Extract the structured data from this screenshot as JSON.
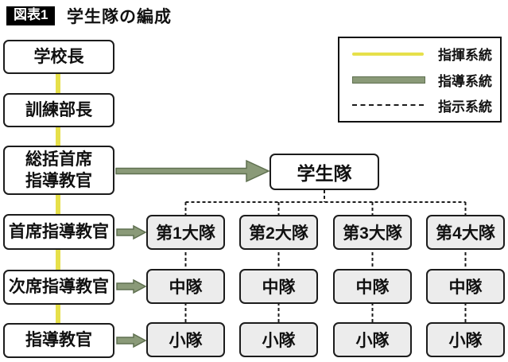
{
  "title": {
    "badge": "図表1",
    "text": "学生隊の編成"
  },
  "colors": {
    "command-yellow": "#e6e04a",
    "guidance-green": "#8a9a78",
    "guidance-border": "#5f7050",
    "ink": "#1c1c1c",
    "grid-fill": "#ececec"
  },
  "legend": {
    "items": [
      {
        "style": "command",
        "label": "指揮系統"
      },
      {
        "style": "guidance",
        "label": "指導系統"
      },
      {
        "style": "instruction",
        "label": "指示系統"
      }
    ]
  },
  "left_column": [
    {
      "role": "school-principal",
      "label": "学校長"
    },
    {
      "role": "training-director",
      "label": "訓練部長"
    },
    {
      "role": "general-chief-instructor",
      "label": "総括首席\n指導教官"
    },
    {
      "role": "chief-instructor",
      "label": "首席指導教官"
    },
    {
      "role": "deputy-chief-instructor",
      "label": "次席指導教官"
    },
    {
      "role": "instructor",
      "label": "指導教官"
    }
  ],
  "student_corps": {
    "label": "学生隊"
  },
  "grid": {
    "columns": [
      {
        "battalion": "第1大隊",
        "company": "中隊",
        "platoon": "小隊"
      },
      {
        "battalion": "第2大隊",
        "company": "中隊",
        "platoon": "小隊"
      },
      {
        "battalion": "第3大隊",
        "company": "中隊",
        "platoon": "小隊"
      },
      {
        "battalion": "第4大隊",
        "company": "中隊",
        "platoon": "小隊"
      }
    ]
  }
}
